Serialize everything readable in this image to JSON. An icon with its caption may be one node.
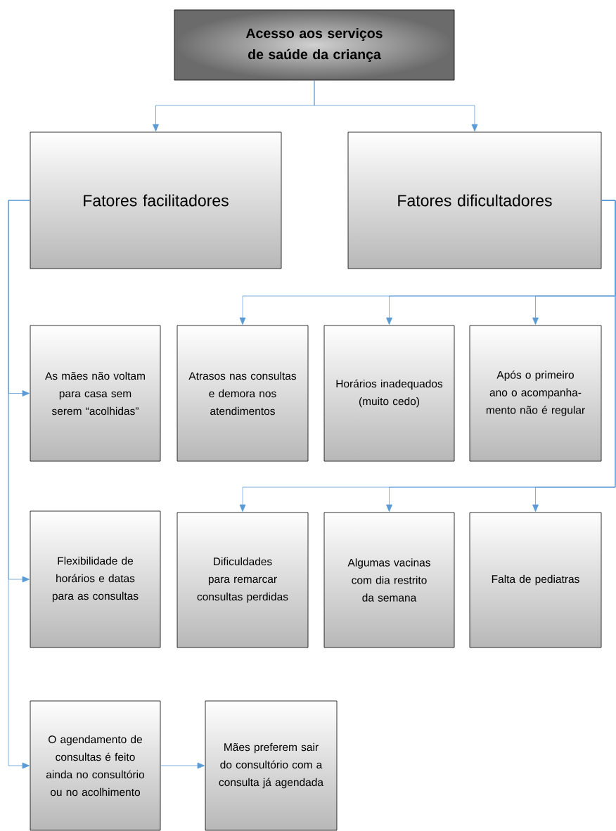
{
  "diagram": {
    "nodes": [
      {
        "text": [
          "Acesso aos serviços de saúde da criança"
        ]
      },
      {
        "text": [
          "Fatores facilitadores"
        ]
      },
      {
        "text": [
          "Fatores dificultadores"
        ]
      },
      {
        "text": [
          "As mães não voltam para casa sem serem “acolhidas”"
        ]
      },
      {
        "text": [
          "Atrasos nas consultas e demora nos atendimentos"
        ]
      },
      {
        "text": [
          "Horários inadequados (muito cedo)"
        ]
      },
      {
        "text": [
          "Após o primeiro ano o acompanha-mento não é regular"
        ]
      },
      {
        "text": [
          "Flexibilidade de horários e datas para as consultas"
        ]
      },
      {
        "text": [
          "Dificuldades para remarcar consultas perdidas"
        ]
      },
      {
        "text": [
          "Algumas vacinas com dia restrito da semana"
        ]
      },
      {
        "text": [
          "Falta de pediatras"
        ]
      },
      {
        "text": [
          "O agendamento de consultas é feito ainda no consultório ou no acolhimento"
        ]
      },
      {
        "text": [
          "Mães preferem sair do consultório com a consulta já agendada"
        ]
      }
    ],
    "edges": [
      {
        "from": 0,
        "to": 1,
        "arrow": "to"
      },
      {
        "from": 0,
        "to": 2,
        "arrow": "to"
      },
      {
        "from": 1,
        "to": 3,
        "arrow": "to"
      },
      {
        "from": 1,
        "to": 7,
        "arrow": "to"
      },
      {
        "from": 1,
        "to": 11,
        "arrow": "to"
      },
      {
        "from": 2,
        "to": 4,
        "arrow": "to"
      },
      {
        "from": 2,
        "to": 5,
        "arrow": "to"
      },
      {
        "from": 2,
        "to": 6,
        "arrow": "to"
      },
      {
        "from": 2,
        "to": 8,
        "arrow": "to"
      },
      {
        "from": 2,
        "to": 9,
        "arrow": "to"
      },
      {
        "from": 2,
        "to": 10,
        "arrow": "to"
      },
      {
        "from": 11,
        "to": 12,
        "arrow": "to"
      }
    ]
  }
}
